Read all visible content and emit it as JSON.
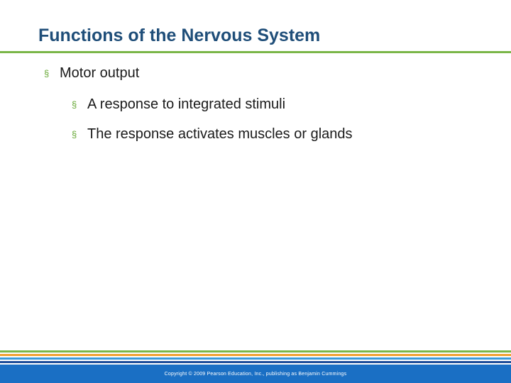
{
  "slide": {
    "title": "Functions of the Nervous System",
    "bullet_glyph": "§",
    "bullets": [
      {
        "level": 1,
        "text": "Motor output"
      },
      {
        "level": 2,
        "text": "A response to integrated stimuli"
      },
      {
        "level": 2,
        "text": "The response activates muscles or glands"
      }
    ],
    "footer": {
      "copyright": "Copyright © 2009 Pearson Education, Inc., publishing as Benjamin Cummings"
    }
  },
  "colors": {
    "title": "#1f4e79",
    "title_rule": "#7ab648",
    "bullet_glyph": "#6aaa3a",
    "stripe_top": "#7ab648",
    "stripe_mid1": "#f0a030",
    "stripe_mid2": "#3a9ad9",
    "stripe_bottom": "#1f4e9a",
    "footer_bar": "#1a6fc4"
  }
}
